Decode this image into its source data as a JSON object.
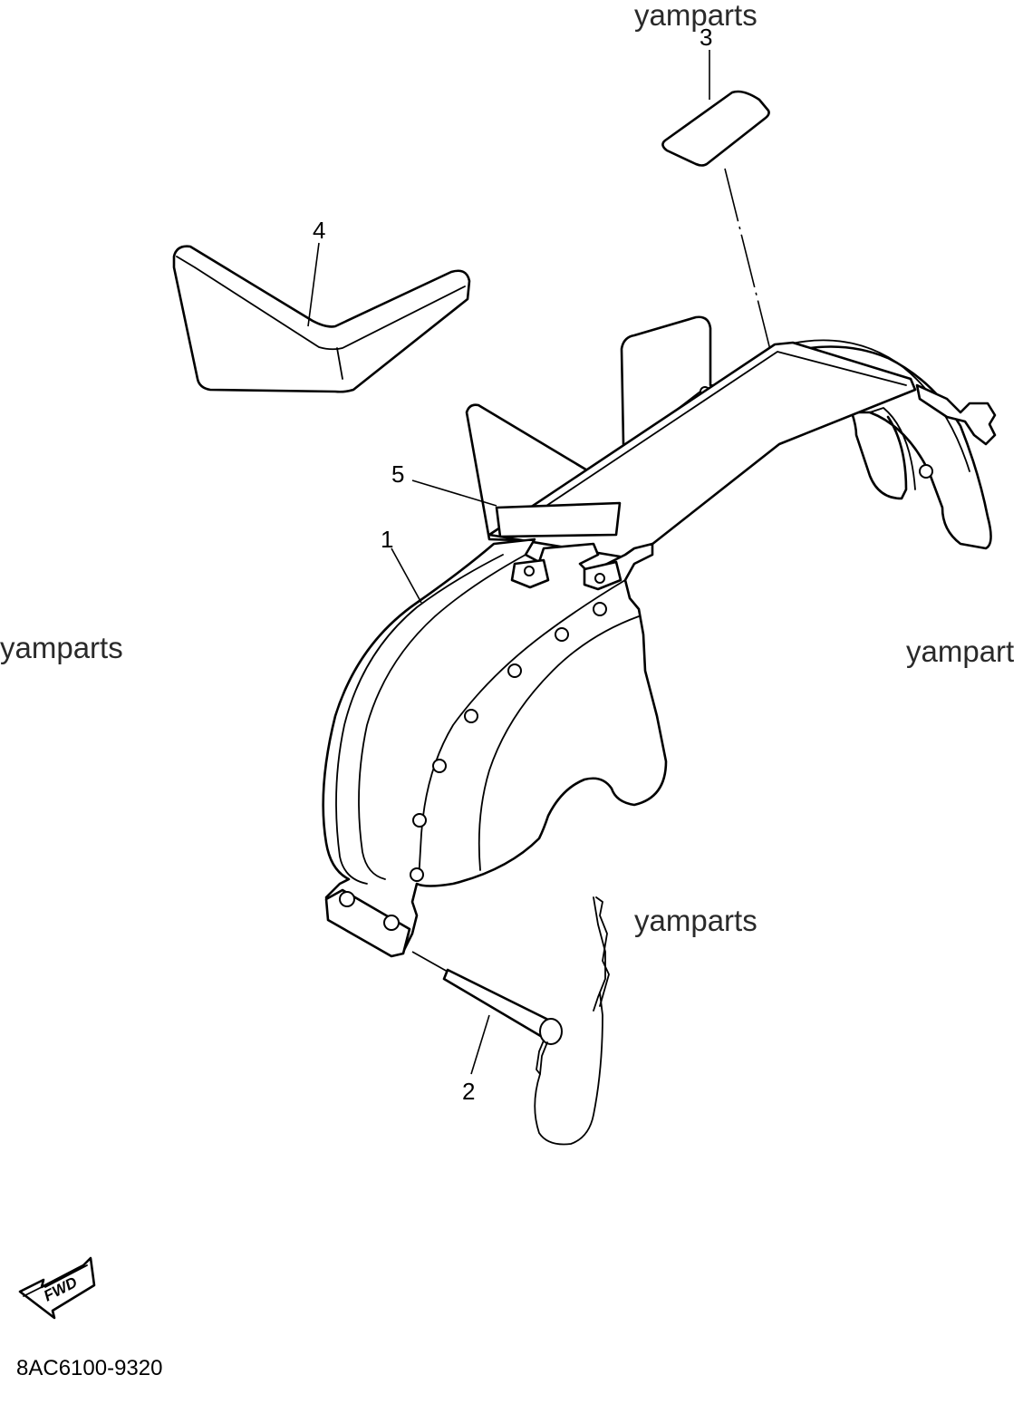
{
  "watermark": {
    "text_top": "yamparts",
    "text_left": "yamparts",
    "text_right": "yampart",
    "text_mid": "yamparts"
  },
  "callouts": {
    "c1": "1",
    "c2": "2",
    "c3": "3",
    "c4": "4",
    "c5": "5"
  },
  "direction_badge": {
    "label": "FWD"
  },
  "diagram_code": "8AC6100-9320"
}
